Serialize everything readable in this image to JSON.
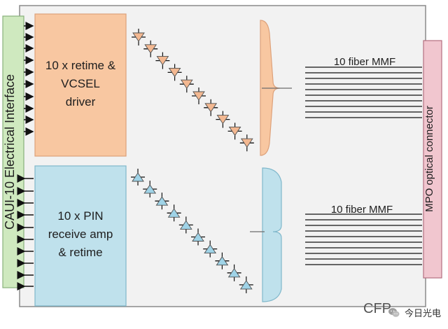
{
  "diagram": {
    "left_interface_label": "CAUI-10 Electrical Interface",
    "transmit_block_label": [
      "10 x retime &",
      "VCSEL",
      "driver"
    ],
    "receive_block_label": [
      "10 x PIN",
      "receive amp",
      "& retime"
    ],
    "top_fiber_label": "10 fiber MMF",
    "bottom_fiber_label": "10 fiber MMF",
    "right_connector_label": "MPO optical connector",
    "module_label": "CFP",
    "colors": {
      "background": "#f2f2f2",
      "border": "#8a8a8a",
      "left_bar_fill": "#cfe9bf",
      "left_bar_stroke": "#89b17b",
      "tx_fill": "#f8c7a1",
      "tx_stroke": "#dda17a",
      "rx_fill": "#bfe1ec",
      "rx_stroke": "#80b8cb",
      "right_bar_fill": "#f1c6cf",
      "right_bar_stroke": "#b56f80",
      "diode_orange": "#f3b891",
      "diode_blue": "#9fd3e7",
      "line": "#111111"
    }
  },
  "watermark": {
    "text": "今日光电",
    "icon": "wechat-like-icon"
  }
}
